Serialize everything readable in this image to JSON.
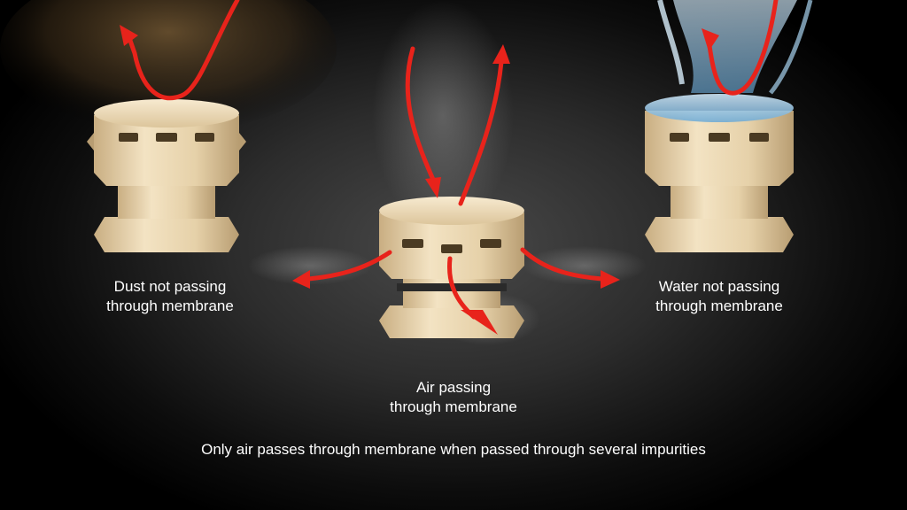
{
  "labels": {
    "dust": [
      "Dust not passing",
      "through membrane"
    ],
    "water": [
      "Water not passing",
      "through membrane"
    ],
    "air": [
      "Air passing",
      "through membrane"
    ]
  },
  "caption": "Only air passes through membrane when passed through several impurities",
  "colors": {
    "background": "#000000",
    "arrow": "#e8231b",
    "vent_body": "#e9d6b0",
    "vent_shadow": "#b89d72",
    "seal_ring": "#2a2a2a",
    "water": "#8fc4e8",
    "dust": "#5a4326"
  },
  "icons": {
    "vent": "breather-vent-icon",
    "arrow": "flow-arrow-icon"
  }
}
